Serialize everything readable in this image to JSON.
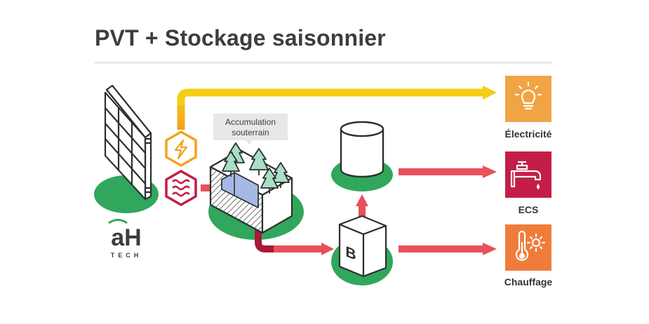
{
  "title": "PVT + Stockage saisonnier",
  "storage_callout": {
    "line1": "Accumulation",
    "line2": "souterrain"
  },
  "boiler_letter": "B",
  "outputs": [
    {
      "label": "Électricité",
      "icon": "lightbulb-icon",
      "color": "#f0a444"
    },
    {
      "label": "ECS",
      "icon": "faucet-icon",
      "color": "#c41d47"
    },
    {
      "label": "Chauffage",
      "icon": "thermometer-sun-icon",
      "color": "#f07c3c"
    }
  ],
  "logo": {
    "letters": "aH",
    "subtitle": "TECH"
  },
  "colors": {
    "electric_flow": "#f5cd13",
    "electric_flow_start": "#f3a21f",
    "heat_flow": "#e8505b",
    "heat_flow_dark": "#a61a3a",
    "ground": "#30a75c",
    "dark_stroke": "#2f2f2f"
  }
}
